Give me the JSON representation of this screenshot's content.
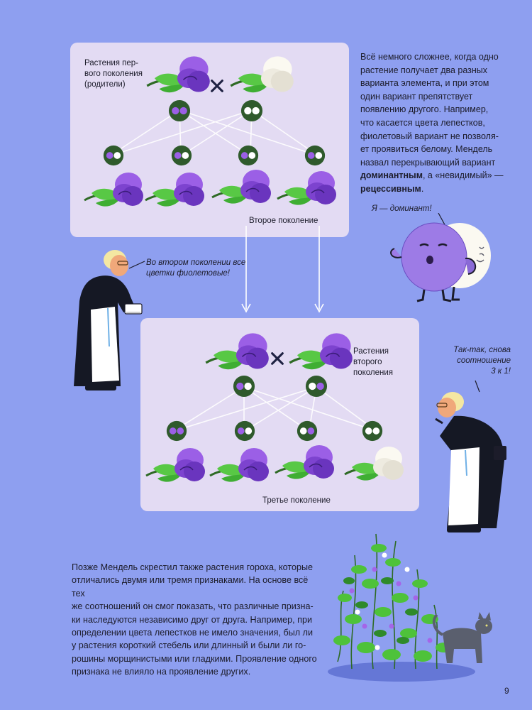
{
  "panel1": {
    "parents_label_line1": "Растения пер-",
    "parents_label_line2": "вого поколения",
    "parents_label_line3": "(родители)",
    "generation_label": "Второе поколение"
  },
  "panel2": {
    "parents_label_line1": "Растения второго",
    "parents_label_line2": "поколения",
    "generation_label": "Третье поколение"
  },
  "cross_symbol": "×",
  "intro_text": {
    "line1": "Всё немного сложнее, когда одно",
    "line2": "растение получает два разных",
    "line3": "варианта элемента, и при этом",
    "line4": "один вариант препятствует",
    "line5": "появлению другого. Например,",
    "line6": "что касается цвета лепестков,",
    "line7": "фиолетовый вариант не позволя-",
    "line8": "ет проявиться белому. Мендель",
    "line9": "назвал перекрывающий вариант",
    "dominant_word": "доминантным",
    "line10_mid": ", а «невидимый» —",
    "recessive_word": "рецессивным",
    "line11_end": "."
  },
  "speech": {
    "dominant": "Я — доминант!",
    "mendel1_line1": "Во втором поколении все",
    "mendel1_line2": "цветки фиолетовые!",
    "mendel2_line1": "Так-так, снова",
    "mendel2_line2": "соотношение",
    "mendel2_line3": "3 к 1!"
  },
  "bottom_text": {
    "line1": "Позже Мендель скрестил также растения гороха, которые",
    "line2": "отличались двумя или тремя признаками. На основе всё тех",
    "line3": "же соотношений он смог показать, что различные призна-",
    "line4": "ки наследуются независимо друг от друга. Например, при",
    "line5": "определении цвета лепестков не имело значения, был ли",
    "line6": "у растения короткий стебель или длинный и были ли го-",
    "line7": "рошины морщинистыми или гладкими. Проявление одного",
    "line8": "признака не влияло на проявление других."
  },
  "page_number": "9",
  "colors": {
    "background": "#8e9ff0",
    "panel": "#e3dbf3",
    "purple_flower": "#8b4fd8",
    "white_flower": "#f7f5ee",
    "gene_circle": "#2f5a2c",
    "leaf": "#56c745"
  }
}
